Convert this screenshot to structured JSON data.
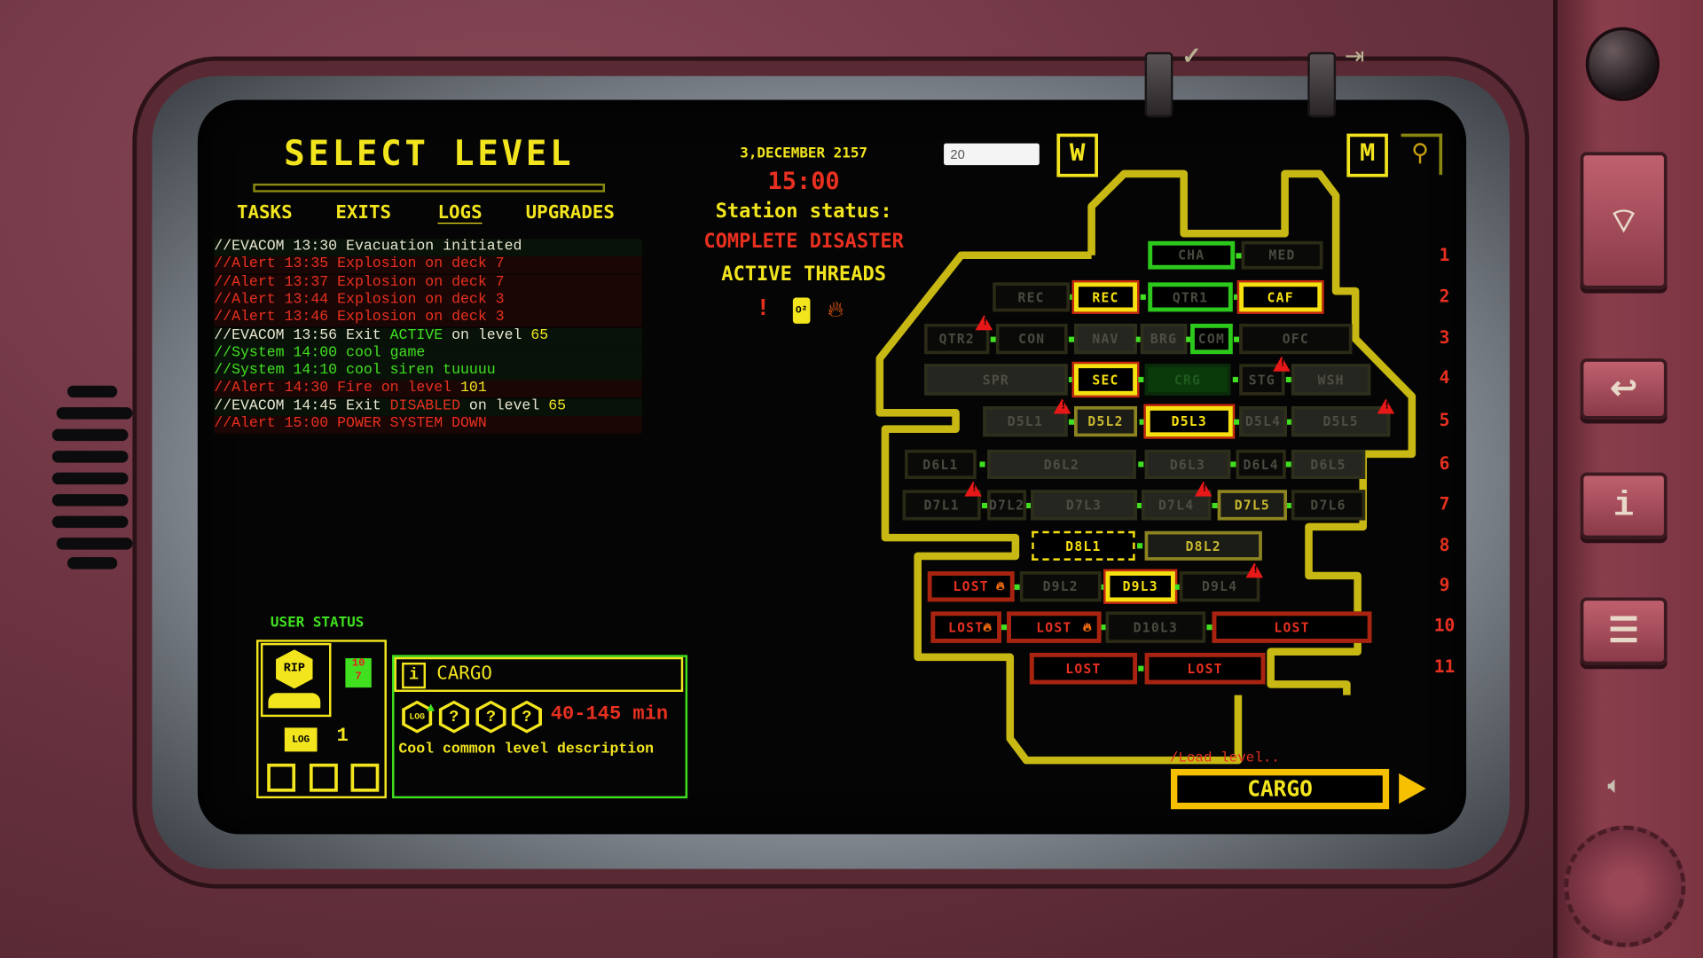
{
  "title": "SELECT LEVEL",
  "tabs": [
    {
      "label": "TASKS"
    },
    {
      "label": "EXITS"
    },
    {
      "label": "LOGS",
      "active": true
    },
    {
      "label": "UPGRADES"
    }
  ],
  "logs": [
    [
      {
        "t": "//EVACOM 13:30 Evacuation initiated",
        "c": "#e8e6d0"
      }
    ],
    [
      {
        "t": "//Alert 13:35 Explosion on deck 7",
        "c": "#e83020"
      }
    ],
    [
      {
        "t": "//Alert 13:37 Explosion on deck 7",
        "c": "#e83020"
      }
    ],
    [
      {
        "t": "//Alert 13:44 Explosion on deck 3",
        "c": "#e83020"
      }
    ],
    [
      {
        "t": "//Alert 13:46 Explosion on deck 3",
        "c": "#e83020"
      }
    ],
    [
      {
        "t": "//EVACOM 13:56 Exit ",
        "c": "#e8e6d0"
      },
      {
        "t": "ACTIVE",
        "c": "#40e020"
      },
      {
        "t": " on level ",
        "c": "#e8e6d0"
      },
      {
        "t": "65",
        "c": "#f2e51e"
      }
    ],
    [
      {
        "t": "//System 14:00 cool game",
        "c": "#40e020"
      }
    ],
    [
      {
        "t": "//System 14:10 cool siren tuuuuu",
        "c": "#40e020"
      }
    ],
    [
      {
        "t": "//Alert 14:30 Fire on level ",
        "c": "#e83020"
      },
      {
        "t": "101",
        "c": "#f2e51e"
      }
    ],
    [
      {
        "t": "//EVACOM 14:45 Exit ",
        "c": "#e8e6d0"
      },
      {
        "t": "DISABLED",
        "c": "#e83020"
      },
      {
        "t": " on level ",
        "c": "#e8e6d0"
      },
      {
        "t": "65",
        "c": "#f2e51e"
      }
    ],
    [
      {
        "t": "//Alert 15:00 POWER SYSTEM DOWN",
        "c": "#e83020"
      }
    ]
  ],
  "status": {
    "date": "3,DECEMBER 2157",
    "time": "15:00",
    "label": "Station status:",
    "value": "COMPLETE DISASTER",
    "threads_label": "ACTIVE THREADS",
    "threat_icons": [
      "injury-icon",
      "oxygen-tank-icon",
      "fire-icon"
    ]
  },
  "toolbar": {
    "search_value": "20",
    "w_label": "W",
    "m_label": "M"
  },
  "rooms": [
    {
      "label": "CHA",
      "state": "green"
    },
    {
      "label": "MED",
      "state": "dark"
    },
    {
      "label": "REC",
      "state": "dark"
    },
    {
      "label": "REC",
      "state": "yellow"
    },
    {
      "label": "QTR1",
      "state": "green"
    },
    {
      "label": "CAF",
      "state": "yellow"
    },
    {
      "label": "QTR2",
      "state": "dark"
    },
    {
      "label": "CON",
      "state": "dark"
    },
    {
      "label": "NAV",
      "state": "dim"
    },
    {
      "label": "BRG",
      "state": "dim"
    },
    {
      "label": "COM",
      "state": "green"
    },
    {
      "label": "OFC",
      "state": "dark"
    },
    {
      "label": "SPR",
      "state": "dim"
    },
    {
      "label": "SEC",
      "state": "yellow"
    },
    {
      "label": "CRG",
      "state": "crg"
    },
    {
      "label": "STG",
      "state": "dark"
    },
    {
      "label": "WSH",
      "state": "dim"
    },
    {
      "label": "D5L1",
      "state": "dim"
    },
    {
      "label": "D5L2",
      "state": "olive"
    },
    {
      "label": "D5L3",
      "state": "yellow"
    },
    {
      "label": "D5L4",
      "state": "dim"
    },
    {
      "label": "D5L5",
      "state": "dim"
    },
    {
      "label": "D6L1",
      "state": "dark"
    },
    {
      "label": "D6L2",
      "state": "dim"
    },
    {
      "label": "D6L3",
      "state": "dim"
    },
    {
      "label": "D6L4",
      "state": "dark"
    },
    {
      "label": "D6L5",
      "state": "dim"
    },
    {
      "label": "D7L1",
      "state": "dark"
    },
    {
      "label": "D7L2",
      "state": "dark"
    },
    {
      "label": "D7L3",
      "state": "dim"
    },
    {
      "label": "D7L4",
      "state": "dim"
    },
    {
      "label": "D7L5",
      "state": "olive"
    },
    {
      "label": "D7L6",
      "state": "dark"
    },
    {
      "label": "D8L1",
      "state": "glitch"
    },
    {
      "label": "D8L2",
      "state": "olive"
    },
    {
      "label": "LOST",
      "state": "lost",
      "fire": true
    },
    {
      "label": "D9L2",
      "state": "dark"
    },
    {
      "label": "D9L3",
      "state": "yellow"
    },
    {
      "label": "D9L4",
      "state": "dark"
    },
    {
      "label": "LOST",
      "state": "lost",
      "fire": true
    },
    {
      "label": "LOST",
      "state": "lost",
      "fire": true
    },
    {
      "label": "D10L3",
      "state": "dark"
    },
    {
      "label": "LOST",
      "state": "lost"
    },
    {
      "label": "LOST",
      "state": "lost"
    },
    {
      "label": "LOST",
      "state": "lost"
    }
  ],
  "deck_numbers": [
    "1",
    "2",
    "3",
    "4",
    "5",
    "6",
    "7",
    "8",
    "9",
    "10",
    "11"
  ],
  "user_status": {
    "label": "USER STATUS",
    "avatar_text": "RIP",
    "badge_top": "10",
    "badge_bottom": "7",
    "log_label": "LOG",
    "log_count": "1"
  },
  "level_info": {
    "name": "CARGO",
    "duration": "40-145 min",
    "description": "Cool common level description"
  },
  "load": {
    "prompt": "/Load level..",
    "value": "CARGO"
  },
  "colors": {
    "yellow": "#f2e51e",
    "red": "#e83020",
    "green": "#40e020",
    "frame": "#7a3442"
  }
}
